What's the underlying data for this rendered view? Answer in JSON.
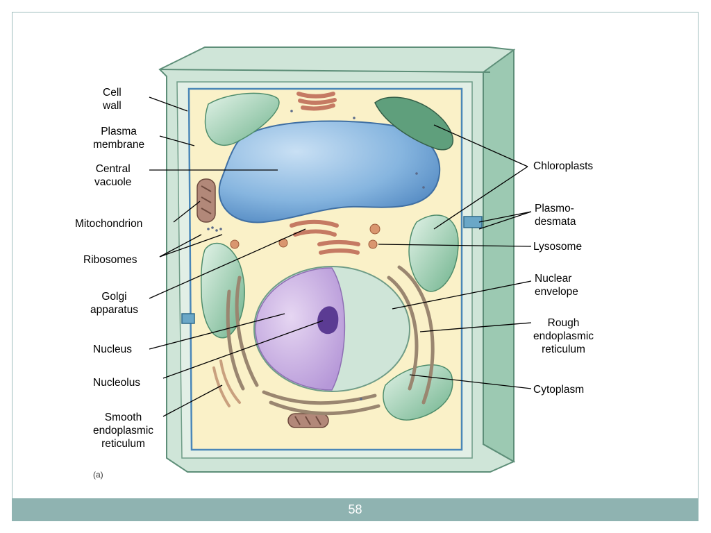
{
  "slide": {
    "page_number": "58",
    "frame_color": "#9fbdbd",
    "footer_color": "#8fb3b1"
  },
  "diagram": {
    "labels": {
      "cell_wall": "Cell\nwall",
      "plasma_membrane": "Plasma\nmembrane",
      "central_vacuole": "Central\nvacuole",
      "mitochondrion": "Mitochondrion",
      "ribosomes": "Ribosomes",
      "golgi_apparatus": "Golgi\napparatus",
      "nucleus": "Nucleus",
      "nucleolus": "Nucleolus",
      "smooth_er": "Smooth\nendoplasmic\nreticulum",
      "chloroplasts": "Chloroplasts",
      "plasmodesmata": "Plasmo-\ndesmata",
      "lysosome": "Lysosome",
      "nuclear_envelope": "Nuclear\nenvelope",
      "rough_er": "Rough\nendoplasmic\nreticulum",
      "cytoplasm": "Cytoplasm",
      "panel_tag": "(a)"
    },
    "colors": {
      "cell_wall": "#cfe5d8",
      "cytoplasm": "#faf1c8",
      "vacuole": "#7fb0dd",
      "chloroplast": "#8ec7a6",
      "nucleus": "#c7aee0",
      "nucleolus": "#5b3b93",
      "golgi": "#d99c86"
    }
  }
}
